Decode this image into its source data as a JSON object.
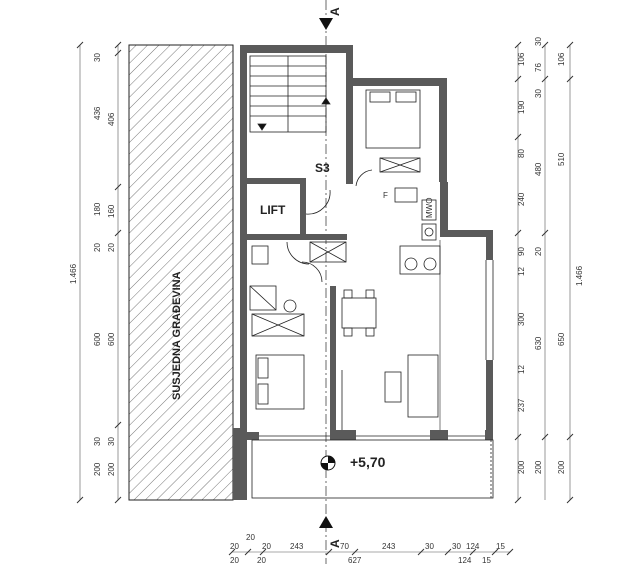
{
  "colors": {
    "wall": "#5a5a5a",
    "line": "#222222",
    "dim": "#555555",
    "paper": "#ffffff"
  },
  "labels": {
    "neighbor": "SUSJEDNA GRAĐEVINA",
    "stair": "S3",
    "lift": "LIFT",
    "level": "+5,70",
    "section_top": "A",
    "section_bottom": "A",
    "fridge": "F",
    "micro": "MWO"
  },
  "dims": {
    "left_outer": {
      "a": "30",
      "b": "436",
      "c": "180",
      "d": "20",
      "e": "1.466"
    },
    "left_inner": {
      "a": "406",
      "b": "160",
      "c": "20",
      "d": "600",
      "e": "600",
      "f": "30",
      "g": "200",
      "h": "200",
      "i": "30"
    },
    "right_outer": {
      "a": "106",
      "b": "510",
      "c": "650",
      "d": "200",
      "e": "1.466"
    },
    "right_mid": {
      "a": "30",
      "b": "76",
      "c": "480",
      "d": "630",
      "e": "200"
    },
    "right_inner": {
      "a": "106",
      "b": "30",
      "c": "190",
      "d": "80",
      "e": "240",
      "f": "90",
      "g": "20",
      "h": "12",
      "i": "300",
      "j": "12",
      "k": "237",
      "l": "200"
    },
    "bottom": {
      "a": "20",
      "b": "20",
      "c": "20",
      "d": "243",
      "e": "70",
      "f": "243",
      "g": "30",
      "h": "30",
      "i": "124",
      "j": "15"
    },
    "bottom_row2": {
      "a": "20",
      "b": "20",
      "c": "627",
      "d": "124",
      "e": "15"
    }
  }
}
